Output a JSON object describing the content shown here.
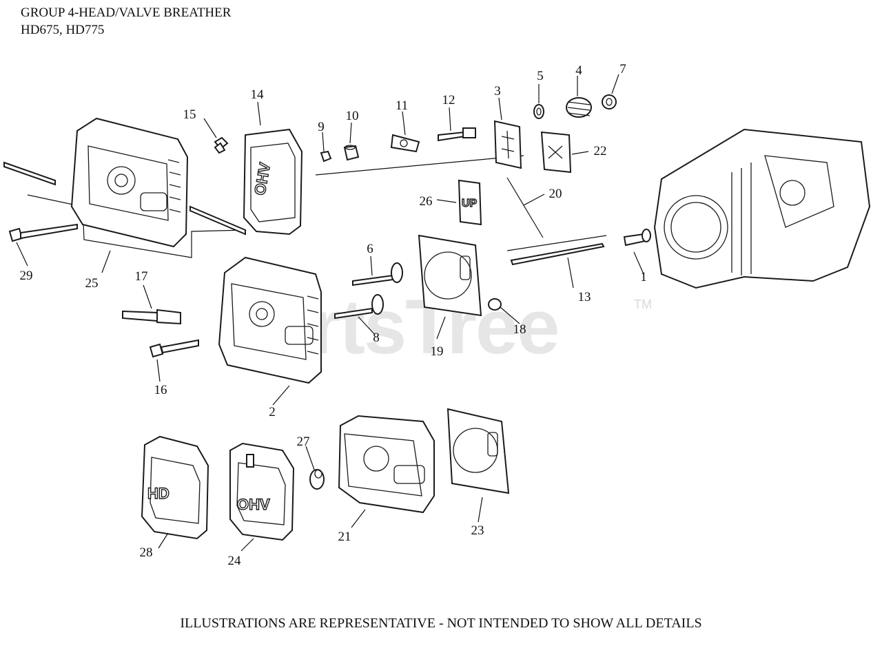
{
  "header": {
    "title_line1": "GROUP 4-HEAD/VALVE BREATHER",
    "title_line2": "HD675, HD775"
  },
  "watermark": {
    "brand": "PartsTree",
    "mark": "TM"
  },
  "footer": {
    "note": "ILLUSTRATIONS ARE REPRESENTATIVE - NOT INTENDED TO SHOW ALL DETAILS"
  },
  "embossing": {
    "ohv_a": "OHV",
    "ohv_b": "OHV",
    "hd": "HD"
  },
  "callouts": {
    "c1": "1",
    "c2": "2",
    "c3": "3",
    "c4": "4",
    "c5": "5",
    "c6": "6",
    "c7": "7",
    "c8": "8",
    "c9": "9",
    "c10": "10",
    "c11": "11",
    "c12": "12",
    "c13": "13",
    "c14": "14",
    "c15": "15",
    "c16": "16",
    "c17": "17",
    "c18": "18",
    "c19": "19",
    "c20": "20",
    "c21": "21",
    "c22": "22",
    "c23": "23",
    "c24": "24",
    "c25": "25",
    "c26": "26",
    "c27": "27",
    "c28": "28",
    "c29": "29"
  }
}
